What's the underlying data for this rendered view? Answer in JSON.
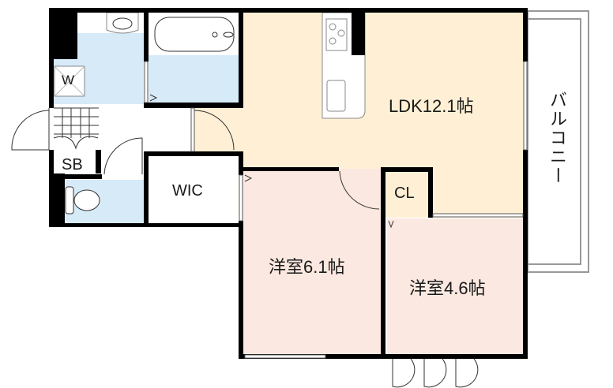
{
  "rooms": {
    "ldk": "LDK12.1帖",
    "western_room_1": "洋室6.1帖",
    "western_room_2": "洋室4.6帖",
    "wic": "WIC",
    "closet": "CL",
    "shoe_box": "SB",
    "washer": "W",
    "balcony": "バルコニー"
  },
  "colors": {
    "wet_area": "#d6eaf8",
    "ldk": "#fff0d5",
    "bedroom": "#fbe8e0",
    "wall": "#000000"
  }
}
